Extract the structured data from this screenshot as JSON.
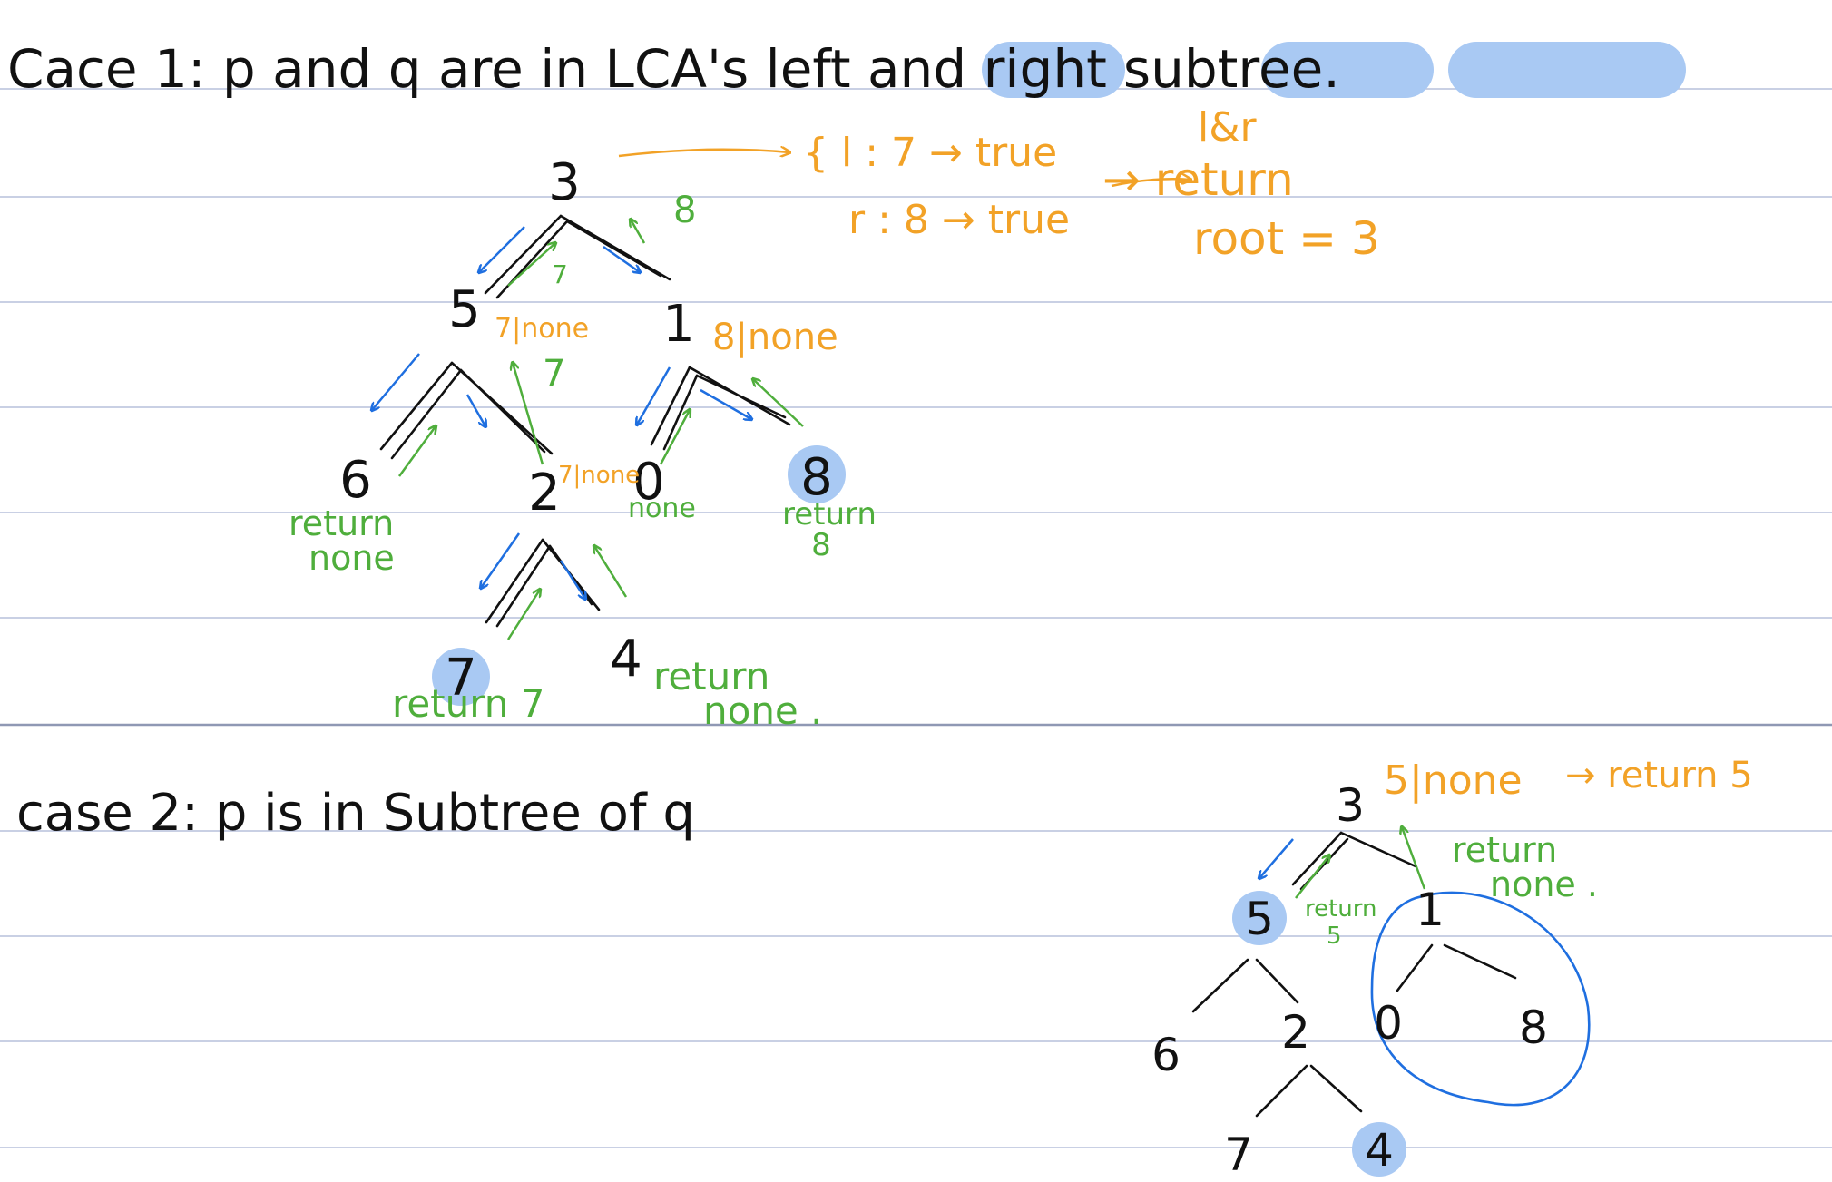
{
  "colors": {
    "ink": "#111111",
    "orange": "#f2a227",
    "green": "#4fae3c",
    "blue": "#1f6fe0",
    "highlight": "#a9c9f3",
    "rule": "#b7c0dc",
    "rule_strong": "#8f98b4"
  },
  "case1": {
    "heading_prefix": "Cace 1:  p and q are in LCA's ",
    "heading_left": "left",
    "heading_and": " and ",
    "heading_right": "right",
    "heading_subtree": "subtree",
    "heading_end": ".",
    "nodes": {
      "n3": "3",
      "n5": "5",
      "n1": "1",
      "n6": "6",
      "n2": "2",
      "n0": "0",
      "n8": "8",
      "n7": "7",
      "n4": "4"
    },
    "notes": {
      "n5_result": "7|none",
      "n1_result": "8|none",
      "n2_result": "7|none",
      "root_left": "{ l : 7 → true",
      "root_right": "r : 8 → true",
      "lr": "l&r",
      "return_word": "→ return",
      "root_eq": "root = 3"
    },
    "returns": {
      "edge_root_left": "7",
      "edge_root_right": "8",
      "edge_5_right": "7",
      "n6_line1": "return",
      "n6_line2": "none",
      "n0": "none",
      "n8_line1": "return",
      "n8_line2": "8",
      "n7": "return 7",
      "n4_line1": "return",
      "n4_line2": "none ."
    }
  },
  "case2": {
    "heading": "case 2:  p is in Subtree of q",
    "nodes": {
      "n3": "3",
      "n5": "5",
      "n1": "1",
      "n6": "6",
      "n2": "2",
      "n0": "0",
      "n8": "8",
      "n7": "7",
      "n4": "4"
    },
    "notes": {
      "root_result": "5|none",
      "root_return": "→ return 5",
      "right_line1": "return",
      "right_line2": "none .",
      "n5_line1": "return",
      "n5_line2": "5"
    }
  }
}
